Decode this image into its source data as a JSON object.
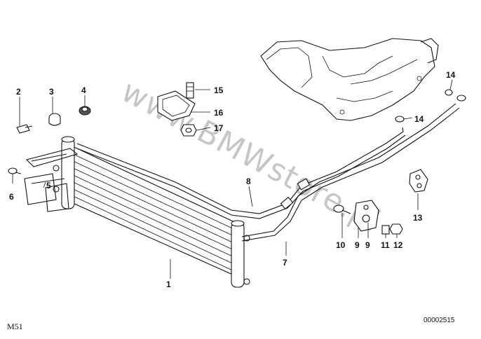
{
  "diagram": {
    "watermark": "www.BMWstore.pl",
    "model": "M51",
    "diagram_code": "00002515",
    "callouts": {
      "c1": "1",
      "c2": "2",
      "c3": "3",
      "c4": "4",
      "c5": "5",
      "c6": "6",
      "c7": "7",
      "c8": "8",
      "c9a": "9",
      "c9b": "9",
      "c10": "10",
      "c11": "11",
      "c12": "12",
      "c13": "13",
      "c14a": "14",
      "c14b": "14",
      "c15": "15",
      "c16": "16",
      "c17": "17"
    }
  }
}
